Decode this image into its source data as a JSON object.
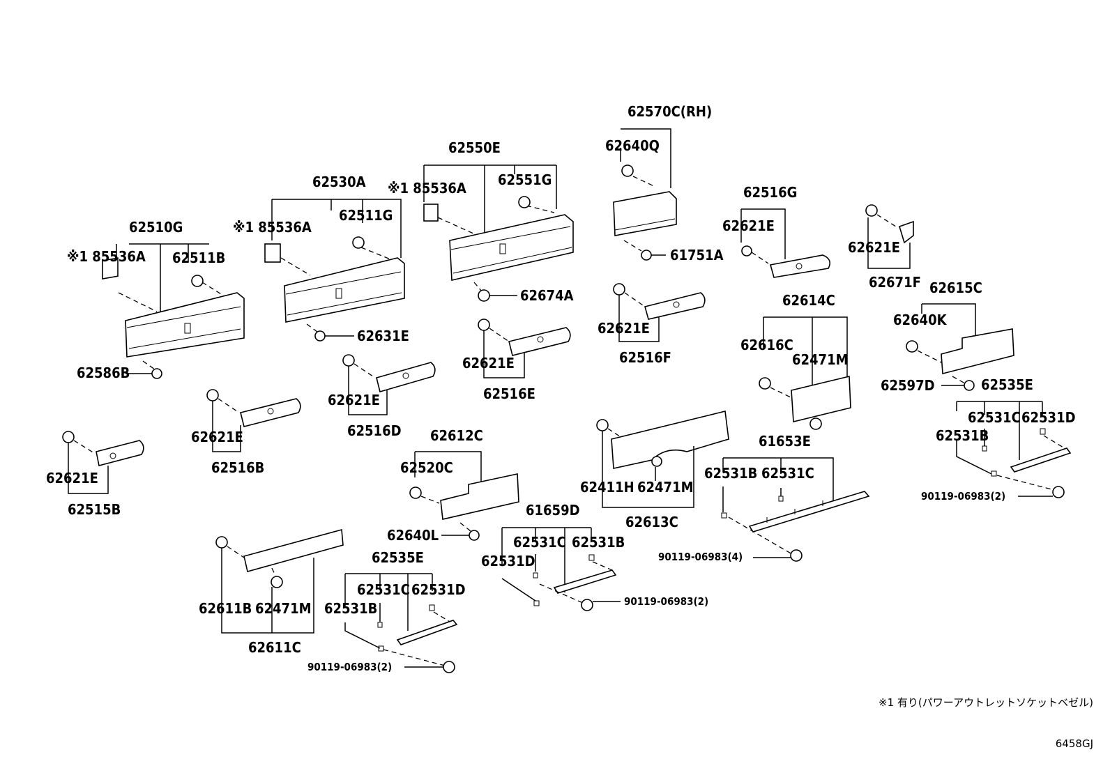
{
  "diagram": {
    "labels": {
      "p62510G": "62510G",
      "p85536A_1": "※1 85536A",
      "p62511B": "62511B",
      "p62586B": "62586B",
      "p62530A": "62530A",
      "p85536A_2": "※1 85536A",
      "p62511G": "62511G",
      "p62631E": "62631E",
      "p62550E": "62550E",
      "p85536A_3": "※1 85536A",
      "p62551G": "62551G",
      "p62674A": "62674A",
      "p62570C": "62570C(RH)",
      "p62640Q": "62640Q",
      "p61751A": "61751A",
      "p62516G": "62516G",
      "p62621E_g": "62621E",
      "p62621E_tr": "62621E",
      "p62671F": "62671F",
      "p62615C": "62615C",
      "p62640K": "62640K",
      "p62597D": "62597D",
      "p62614C": "62614C",
      "p62616C": "62616C",
      "p62471M_a": "62471M",
      "p62621E_f": "62621E",
      "p62516F": "62516F",
      "p62621E_e": "62621E",
      "p62516E": "62516E",
      "p62621E_d": "62621E",
      "p62516D": "62516D",
      "p62621E_b": "62621E",
      "p62516B": "62516B",
      "p62621E_15": "62621E",
      "p62515B": "62515B",
      "p62612C": "62612C",
      "p62520C": "62520C",
      "p62640L": "62640L",
      "p62611B": "62611B",
      "p62471M_b": "62471M",
      "p62611C": "62611C",
      "p62535E_a": "62535E",
      "p62531C_a": "62531C",
      "p62531D_a": "62531D",
      "p62531B_a": "62531B",
      "p90119_a": "90119-06983(2)",
      "p61659D": "61659D",
      "p62531C_b": "62531C",
      "p62531B_b": "62531B",
      "p62531D_b": "62531D",
      "p90119_b": "90119-06983(2)",
      "p62411H": "62411H",
      "p62471M_c": "62471M",
      "p62613C": "62613C",
      "p61653E": "61653E",
      "p62531B_c": "62531B",
      "p62531C_c": "62531C",
      "p90119_c": "90119-06983(4)",
      "p62535E_b": "62535E",
      "p62531C_d": "62531C",
      "p62531D_d": "62531D",
      "p62531B_d": "62531B",
      "p90119_d": "90119-06983(2)"
    },
    "footnote": "※1 有り(パワーアウトレットソケットベゼル)",
    "figure_code": "6458GJ"
  }
}
